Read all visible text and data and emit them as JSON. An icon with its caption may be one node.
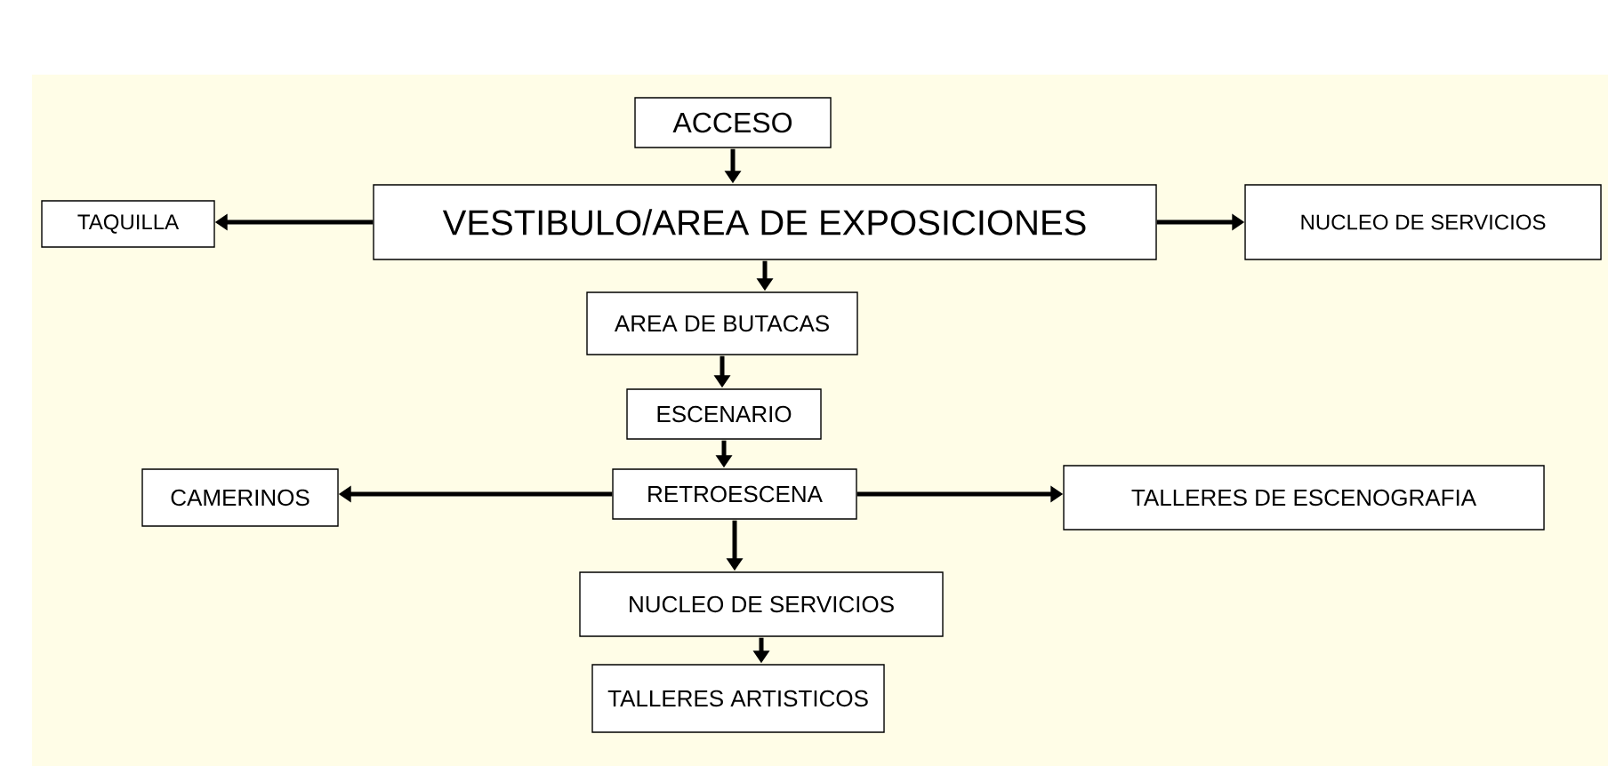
{
  "diagram": {
    "nodes": [
      {
        "text": [
          "ACCESO"
        ]
      },
      {
        "text": [
          "VESTIBULO/AREA DE EXPOSICIONES"
        ]
      },
      {
        "text": [
          "TAQUILLA"
        ]
      },
      {
        "text": [
          "NUCLEO DE SERVICIOS"
        ]
      },
      {
        "text": [
          "AREA DE BUTACAS"
        ]
      },
      {
        "text": [
          "ESCENARIO"
        ]
      },
      {
        "text": [
          "RETROESCENA"
        ]
      },
      {
        "text": [
          "CAMERINOS"
        ]
      },
      {
        "text": [
          "TALLERES DE ESCENOGRAFIA"
        ]
      },
      {
        "text": [
          "NUCLEO DE SERVICIOS"
        ]
      },
      {
        "text": [
          "TALLERES ARTISTICOS"
        ]
      }
    ],
    "edges": [
      {
        "from": 0,
        "to": 1,
        "arrow": "to"
      },
      {
        "from": 1,
        "to": 2,
        "arrow": "to"
      },
      {
        "from": 1,
        "to": 3,
        "arrow": "to"
      },
      {
        "from": 1,
        "to": 4,
        "arrow": "to"
      },
      {
        "from": 4,
        "to": 5,
        "arrow": "to"
      },
      {
        "from": 5,
        "to": 6,
        "arrow": "to"
      },
      {
        "from": 6,
        "to": 7,
        "arrow": "to"
      },
      {
        "from": 6,
        "to": 8,
        "arrow": "to"
      },
      {
        "from": 6,
        "to": 9,
        "arrow": "to"
      },
      {
        "from": 9,
        "to": 10,
        "arrow": "to"
      }
    ]
  }
}
